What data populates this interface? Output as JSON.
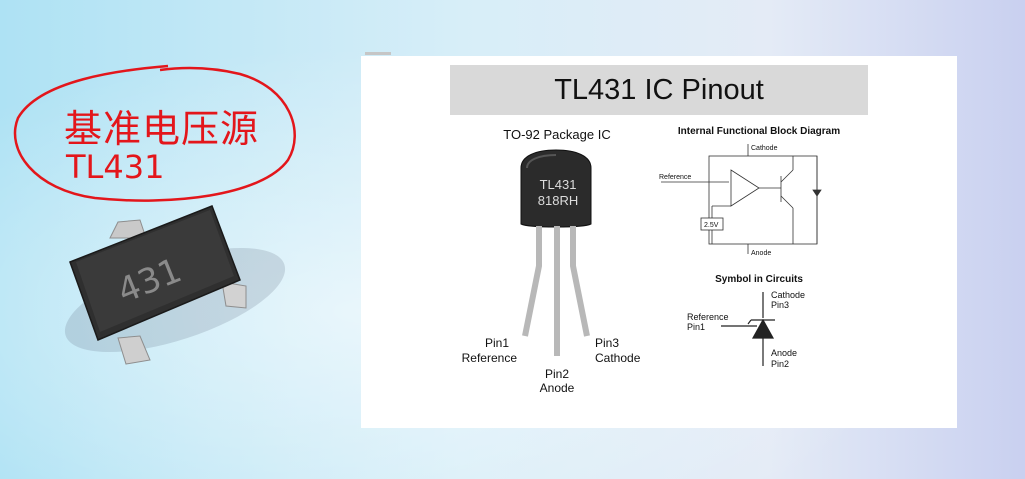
{
  "slide": {
    "chinese_title": "基准电压源",
    "part_label": "TL431",
    "chip_marking": "431"
  },
  "pinout": {
    "title": "TL431 IC Pinout",
    "package_label": "TO-92 Package IC",
    "package_marking_line1": "TL431",
    "package_marking_line2": "818RH",
    "pins": {
      "pin1_num": "Pin1",
      "pin1_name": "Reference",
      "pin2_num": "Pin2",
      "pin2_name": "Anode",
      "pin3_num": "Pin3",
      "pin3_name": "Cathode"
    },
    "block_diagram": {
      "title": "Internal Functional Block Diagram",
      "cathode": "Cathode",
      "reference": "Reference",
      "anode": "Anode",
      "vref": "2.5V"
    },
    "symbol": {
      "title": "Symbol in Circuits",
      "cathode": "Cathode",
      "cathode_pin": "Pin3",
      "reference": "Reference",
      "reference_pin": "Pin1",
      "anode": "Anode",
      "anode_pin": "Pin2"
    }
  },
  "colors": {
    "annotation_red": "#e3161b",
    "chip_body": "#2f2f2f",
    "title_bar": "#d9d9d9"
  }
}
